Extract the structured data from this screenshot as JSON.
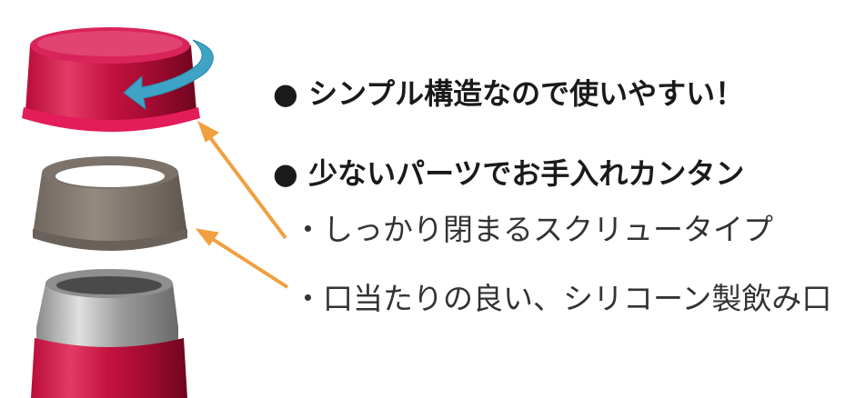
{
  "bullets": {
    "line1": "● シンプル構造なので使いやすい！",
    "line2": "● 少ないパーツでお手入れカンタン",
    "line3": "・しっかり閉まるスクリュータイプ",
    "line4": "・口当たりの良い、シリコーン製飲み口"
  },
  "colors": {
    "lid_red": "#d21448",
    "gasket_gray": "#857b72",
    "arrow_orange": "#f0a040",
    "arrow_blue": "#3fa3c5"
  },
  "icons": {
    "rotate_arrow": "rotate-arrow-icon",
    "pointer_arrow": "orange-arrow-icon"
  }
}
